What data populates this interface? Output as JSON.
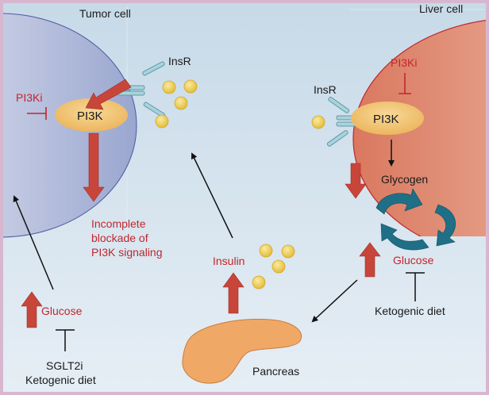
{
  "labels": {
    "tumor_cell": "Tumor cell",
    "liver_cell": "Liver cell",
    "insr_left": "InsR",
    "insr_right": "InsR",
    "pi3ki_left": "PI3Ki",
    "pi3ki_right": "PI3Ki",
    "pi3k_left": "PI3K",
    "pi3k_right": "PI3K",
    "incomplete_1": "Incomplete",
    "incomplete_2": "blockade of",
    "incomplete_3": "PI3K signaling",
    "glucose_left": "Glucose",
    "glucose_right": "Glucose",
    "sglt2i": "SGLT2i",
    "ketogenic_left": "Ketogenic diet",
    "ketogenic_right": "Ketogenic diet",
    "insulin": "Insulin",
    "glycogen": "Glycogen",
    "pancreas": "Pancreas"
  },
  "colors": {
    "background": "#cfe0ec",
    "border": "#d7b7cf",
    "tumor_cell": "#a9b4d6",
    "liver_cell": "#e49a82",
    "pi3k": "#f2c470",
    "red_arrow": "#c8453a",
    "red_text": "#c0272d",
    "insulin_dot": "#f1d35a",
    "cycle_arrow": "#1f6f86",
    "receptor": "#7fb7c2"
  }
}
